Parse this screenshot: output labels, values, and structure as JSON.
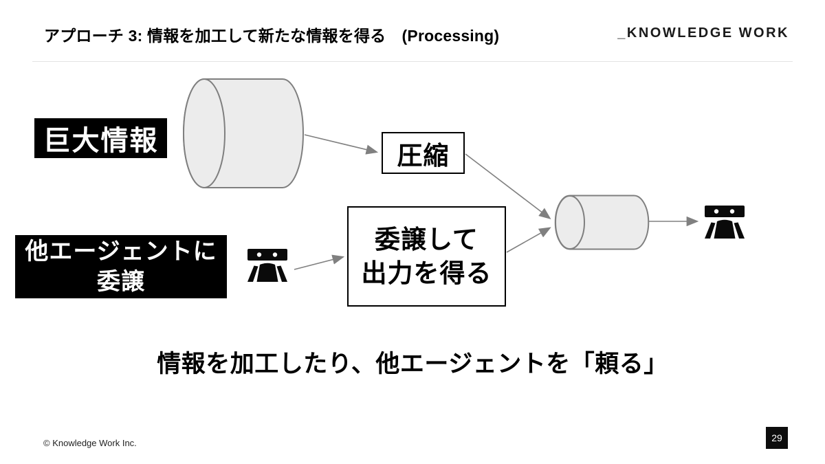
{
  "slide": {
    "header": {
      "title": "アプローチ 3: 情報を加工して新たな情報を得る　(Processing)",
      "logo": "_KNOWLEDGE WORK"
    },
    "diagram": {
      "big_info_label": "巨大情報",
      "delegate_label_line1": "他エージェントに",
      "delegate_label_line2": "委譲",
      "compress_box_label": "圧縮",
      "delegate_output_line1": "委譲して",
      "delegate_output_line2": "出力を得る",
      "icons": {
        "source": "database-cylinder-icon",
        "result": "database-cylinder-icon",
        "delegate_agent": "robot-icon",
        "receiving_agent": "robot-icon"
      }
    },
    "headline": "情報を加工したり、他エージェントを「頼る」",
    "footer": {
      "copyright": "© Knowledge Work Inc.",
      "page_number": "29"
    },
    "colors": {
      "label_bg": "#000000",
      "label_text": "#ffffff",
      "cylinder_fill": "#ececec",
      "cylinder_stroke": "#7f7f7f",
      "arrow": "#808080",
      "divider": "#e3e3e3"
    }
  }
}
